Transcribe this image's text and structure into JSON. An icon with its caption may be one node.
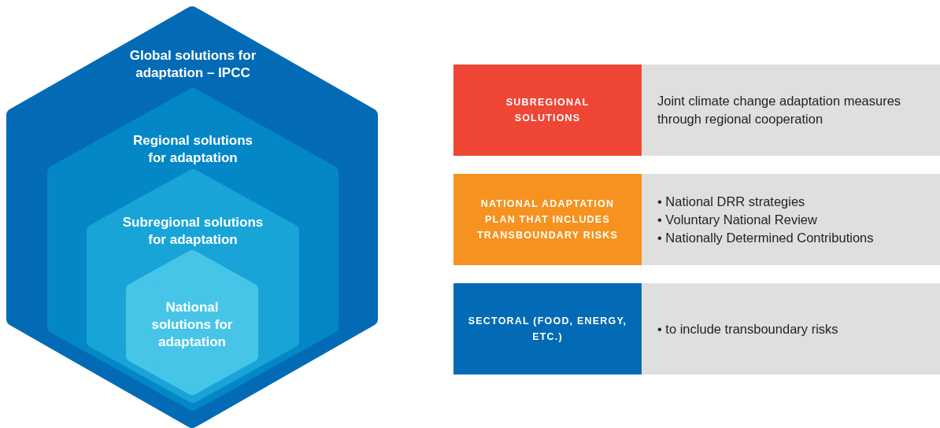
{
  "diagram": {
    "nodes": [
      {
        "text": [
          "Global solutions for adaptation – IPCC"
        ]
      },
      {
        "text": [
          "Regional solutions for adaptation"
        ],
        "in": 0
      },
      {
        "text": [
          "Subregional solutions for adaptation"
        ],
        "in": 1
      },
      {
        "text": [
          "National solutions for adaptation"
        ],
        "in": 2
      },
      {
        "text": [
          "SUBREGIONAL SOLUTIONS"
        ]
      },
      {
        "text": [
          "Joint climate change adaptation measures through regional cooperation"
        ]
      },
      {
        "text": [
          "NATIONAL ADAPTATION PLAN THAT INCLUDES TRANSBOUNDARY RISKS"
        ]
      },
      {
        "text": [
          "• National DRR strategies",
          "• Voluntary National Review",
          "• Nationally Determined Contributions"
        ]
      },
      {
        "text": [
          "SECTORAL (FOOD, ENERGY, ETC.)"
        ]
      },
      {
        "text": [
          "• to include transboundary risks"
        ]
      }
    ]
  }
}
